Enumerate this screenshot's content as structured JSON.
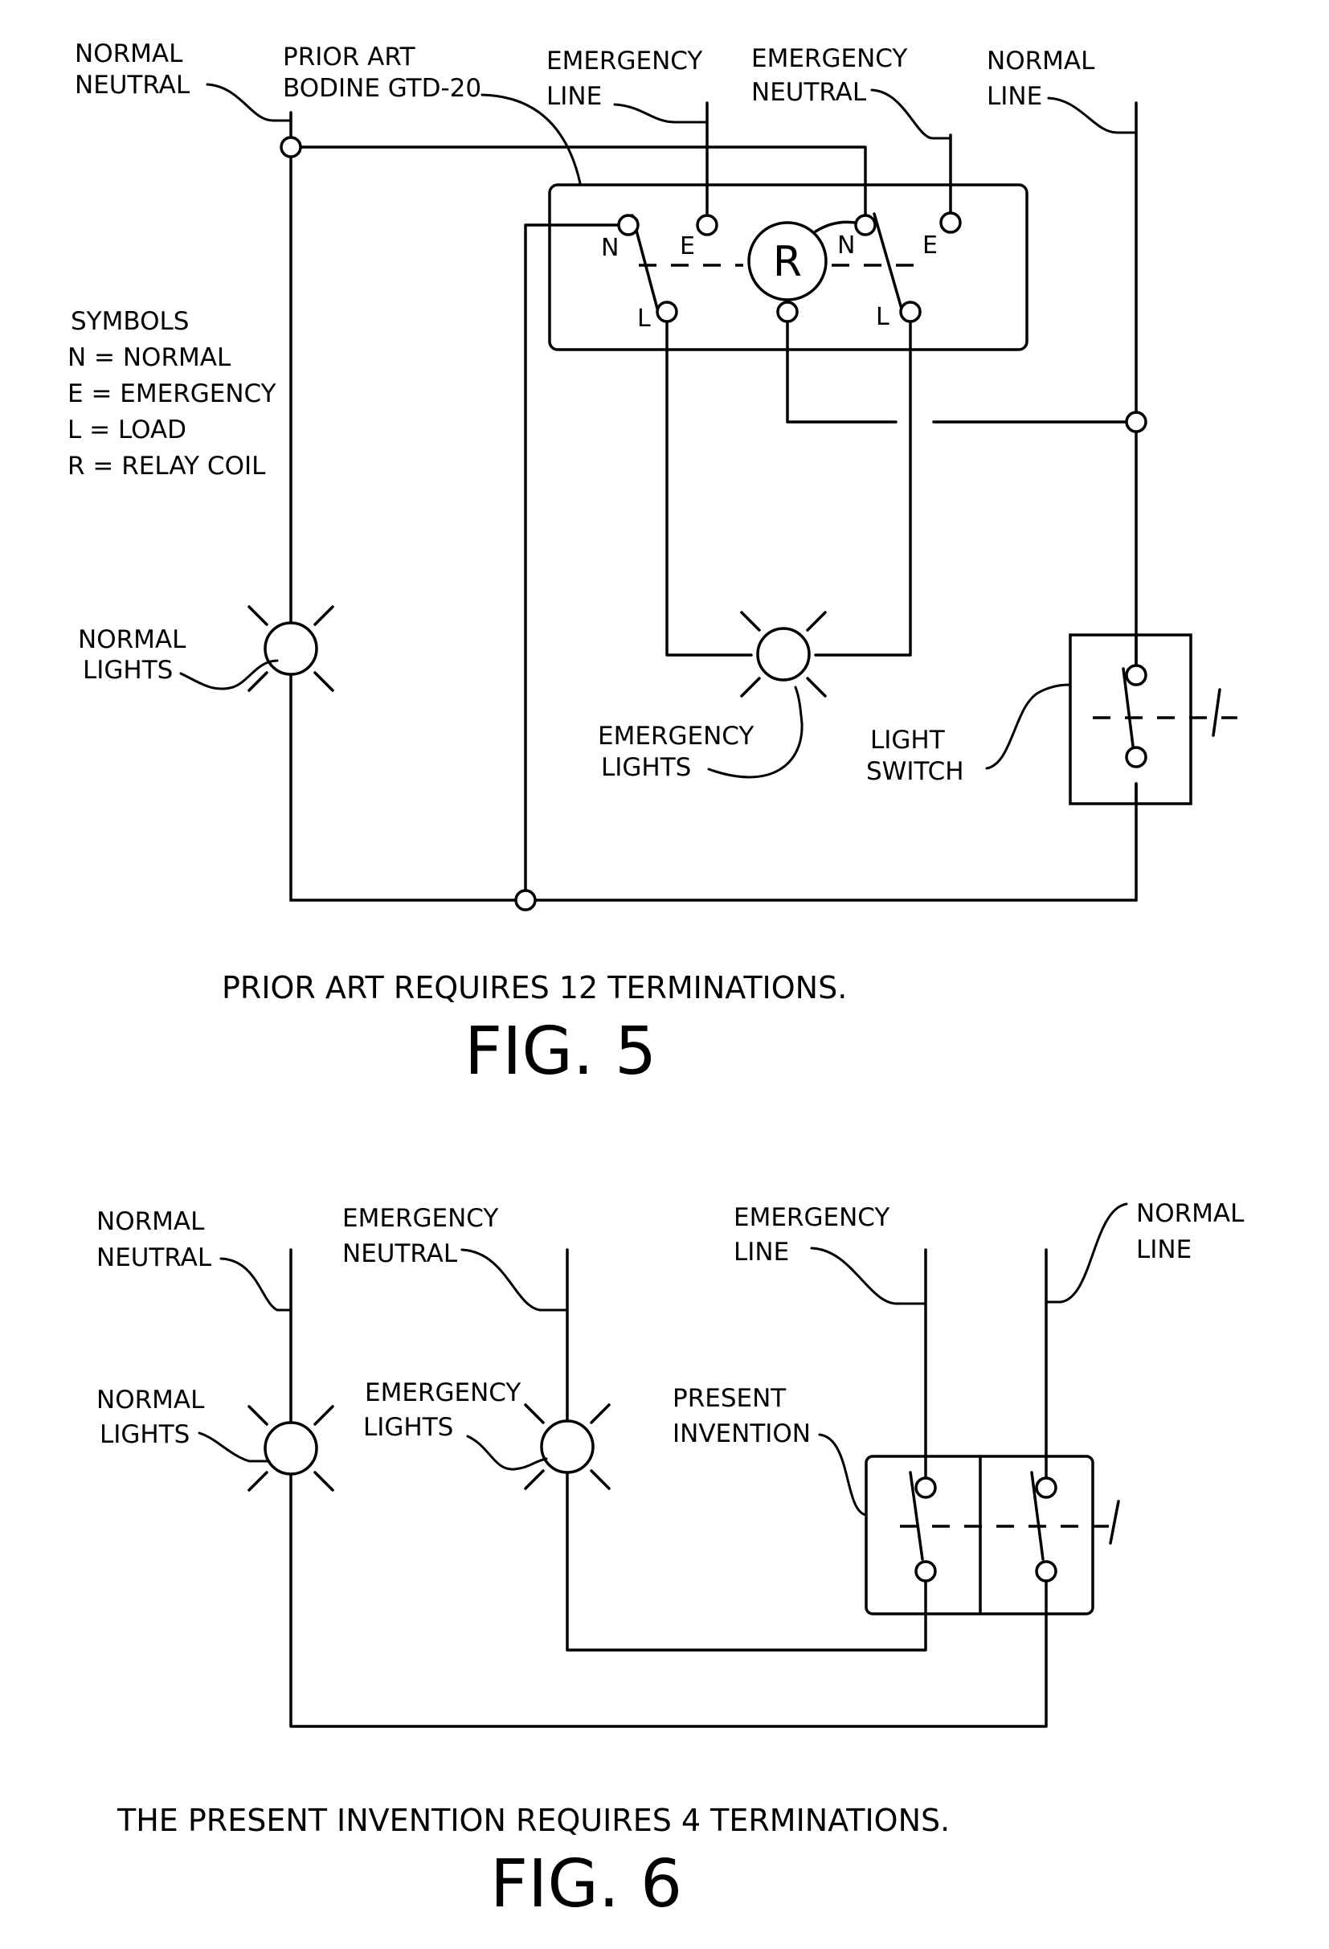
{
  "fig5": {
    "labels": {
      "normal_neutral": [
        "NORMAL",
        "NEUTRAL"
      ],
      "prior_art": [
        "PRIOR ART",
        "BODINE GTD-20"
      ],
      "emergency_line": [
        "EMERGENCY",
        "LINE"
      ],
      "emergency_neutral": [
        "EMERGENCY",
        "NEUTRAL"
      ],
      "normal_line": [
        "NORMAL",
        "LINE"
      ],
      "normal_lights": [
        "NORMAL",
        "LIGHTS"
      ],
      "emergency_lights": [
        "EMERGENCY",
        "LIGHTS"
      ],
      "light_switch": [
        "LIGHT",
        "SWITCH"
      ]
    },
    "symbols": [
      "SYMBOLS",
      "N = NORMAL",
      "E = EMERGENCY",
      "L = LOAD",
      "R = RELAY COIL"
    ],
    "terminal_letters": {
      "n1": "N",
      "e1": "E",
      "l1": "L",
      "n2": "N",
      "e2": "E",
      "l2": "L"
    },
    "relay_coil": "R",
    "caption": "PRIOR ART REQUIRES 12 TERMINATIONS.",
    "figure_label": "FIG. 5"
  },
  "fig6": {
    "labels": {
      "normal_neutral": [
        "NORMAL",
        "NEUTRAL"
      ],
      "emergency_neutral": [
        "EMERGENCY",
        "NEUTRAL"
      ],
      "emergency_line": [
        "EMERGENCY",
        "LINE"
      ],
      "normal_line": [
        "NORMAL",
        "LINE"
      ],
      "normal_lights": [
        "NORMAL",
        "LIGHTS"
      ],
      "emergency_lights": [
        "EMERGENCY",
        "LIGHTS"
      ],
      "present_invention": [
        "PRESENT",
        "INVENTION"
      ]
    },
    "caption": "THE PRESENT INVENTION REQUIRES 4 TERMINATIONS.",
    "figure_label": "FIG. 6"
  }
}
